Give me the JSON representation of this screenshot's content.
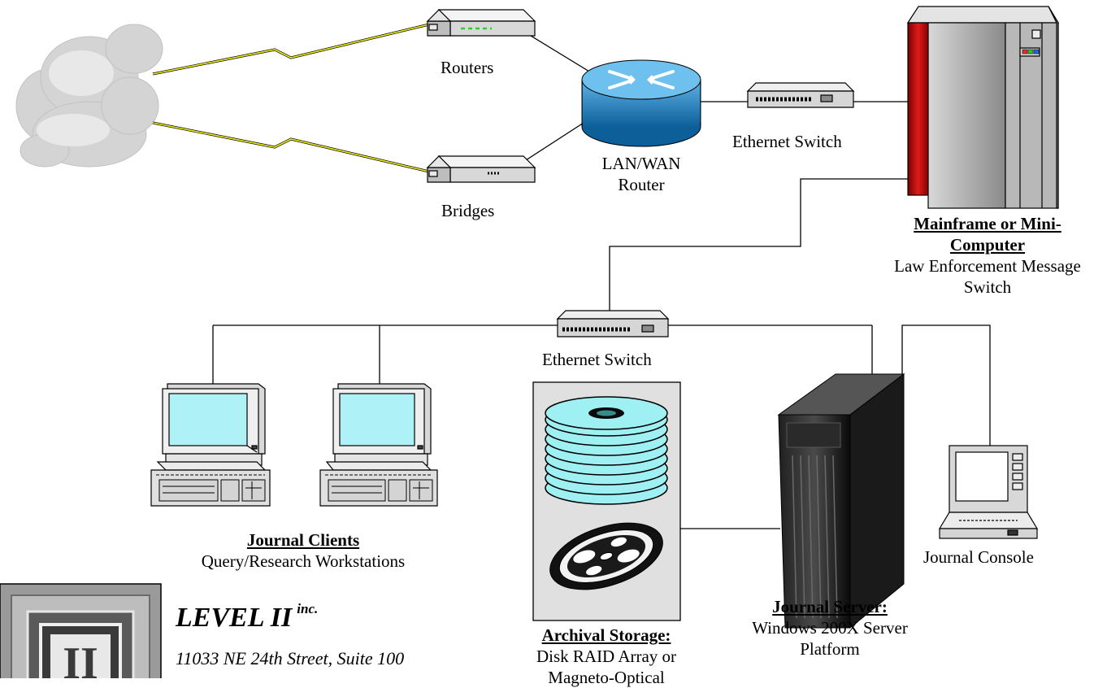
{
  "nodes": {
    "routers": {
      "label": "Routers"
    },
    "bridges": {
      "label": "Bridges"
    },
    "lan_wan_router": {
      "label_line1": "LAN/WAN",
      "label_line2": "Router"
    },
    "ethernet_switch_top": {
      "label": "Ethernet Switch"
    },
    "mainframe": {
      "title_line1": "Mainframe or Mini-",
      "title_line2": "Computer",
      "sub_line1": "Law Enforcement Message",
      "sub_line2": "Switch"
    },
    "ethernet_switch_bottom": {
      "label": "Ethernet Switch"
    },
    "journal_clients": {
      "title": "Journal Clients",
      "sub": "Query/Research Workstations"
    },
    "archival_storage": {
      "title": "Archival Storage:",
      "sub_line1": "Disk RAID Array or",
      "sub_line2": "Magneto-Optical"
    },
    "journal_server": {
      "title": "Journal Server:",
      "sub_line1": "Windows 200X Server",
      "sub_line2": "Platform"
    },
    "journal_console": {
      "label": "Journal Console"
    }
  },
  "company": {
    "name": "LEVEL II",
    "suffix": "inc.",
    "address": "11033 NE 24th Street, Suite 100"
  },
  "colors": {
    "router_blue": "#1a86c8",
    "mainframe_red": "#d41818",
    "screen_cyan": "#aef2f8",
    "disk_cyan": "#9ff0f2",
    "lightning_yellow": "#f2f21a"
  }
}
